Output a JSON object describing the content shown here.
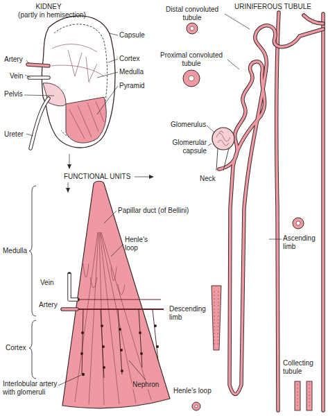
{
  "diagram": {
    "labels": [
      "KIDNEY",
      "(partly in hemisection)",
      "Capsule",
      "Cortex",
      "Medulla",
      "Pyramid",
      "Artery",
      "Vein",
      "Pelvis",
      "Ureter",
      "FUNCTIONAL UNITS",
      "URINIFEROUS TUBULE",
      "Distal convoluted tubule",
      "Proximal convoluted tubule",
      "Glomerulus",
      "Glomerular capsule",
      "Neck",
      "Papillar duct (of Bellini)",
      "Henle's loop",
      "Medulla",
      "Vein",
      "Artery",
      "Cortex",
      "Ascending limb",
      "Descending limb",
      "Collecting tubule",
      "Interlobular artery with glomeruli",
      "Nephron",
      "Henle's loop"
    ]
  }
}
